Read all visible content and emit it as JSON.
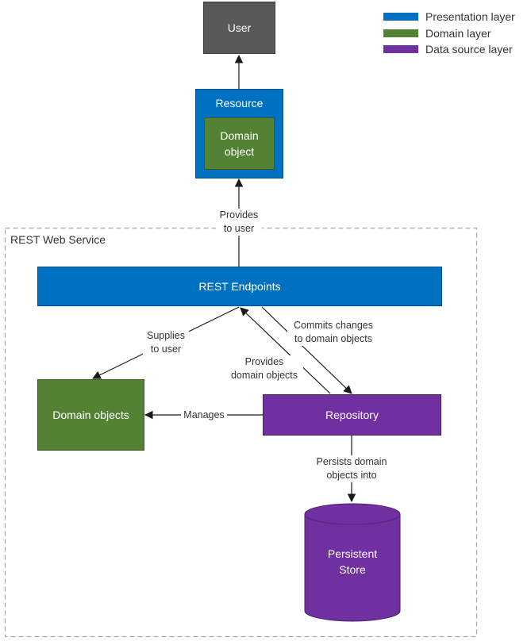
{
  "colors": {
    "presentation": "#0070c0",
    "domain": "#548235",
    "data_source": "#7030a0",
    "user": "#595959"
  },
  "legend": [
    {
      "label": "Presentation layer",
      "color": "#0070c0"
    },
    {
      "label": "Domain layer",
      "color": "#548235"
    },
    {
      "label": "Data source layer",
      "color": "#7030a0"
    }
  ],
  "nodes": {
    "user": "User",
    "resource": "Resource",
    "domain_object": "Domain\nobject",
    "rest_endpoints": "REST Endpoints",
    "domain_objects": "Domain objects",
    "repository": "Repository",
    "persistent_store": "Persistent\nStore"
  },
  "container": {
    "label": "REST Web Service"
  },
  "edges": {
    "provides_to_user": "Provides\nto user",
    "supplies_to_user": "Supplies\nto user",
    "commits_changes": "Commits changes\nto domain objects",
    "provides_domain_objects": "Provides\ndomain objects",
    "manages": "Manages",
    "persists": "Persists domain\nobjects into"
  }
}
